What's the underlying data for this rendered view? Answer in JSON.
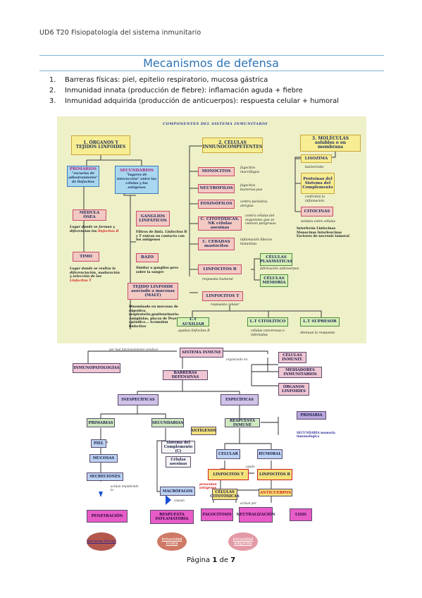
{
  "header": {
    "text": "UD6 T20 Fisiopatología del sistema inmunitario"
  },
  "title": "Mecanismos de defensa",
  "list": [
    {
      "num": "1.",
      "text": "Barreras físicas: piel, epitelio respiratorio, mucosa gástrica"
    },
    {
      "num": "2.",
      "text": "Inmunidad innata (producción de fiebre): inflamación aguda + fiebre"
    },
    {
      "num": "3.",
      "text": "Inmunidad adquirida (producción de anticuerpos): respuesta celular + humoral"
    }
  ],
  "diagram1": {
    "title": "COMPONENTES DEL SISTEMA INMUNITARIO",
    "organos": "1. ÓRGANOS Y TEJIDOS LINFOIDES",
    "primarios": "PRIMARIOS",
    "primarios_desc": "\"escuelas de adiestramiento\" de linfocitos",
    "secundarios": "SECUNDARIOS",
    "secundarios_desc": "\"lugares de interacción\" entre las células y los antígenos",
    "medula": "MÉDULA ÓSEA",
    "medula_desc_1": "Lugar donde se forman y diferencian los",
    "medula_desc_red": "linfocitos B",
    "timo": "TIMO",
    "timo_desc_1": "Lugar donde se realiza la diferenciación, maduración y selección de los",
    "timo_desc_red": "Linfocitos T",
    "ganglios": "GANGLIOS LINFÁTICOS",
    "ganglios_desc": "Filtros de linfa. Linfocitos B y T entran en contacto con los antígenos",
    "bazo": "BAZO",
    "bazo_desc": "Similar a ganglios pero sobre la sangre",
    "tejido": "TEJIDO LINFOIDE asociado a mucosas (MALT)",
    "tejido_desc": "Diseminado en mucosas de digestivo, respiratorio,genitourinario. Amígdalas, placas de Peyer, apéndice... Acumulan linfocitos",
    "celulas": "2. CÉLULAS INMUNOCOMPETENTES",
    "monocitos": "MONOCITOS",
    "monocitos_desc": "fagocitos macrófagos",
    "neutrofilos": "NEUTRÓFILOS",
    "neutrofilos_desc": "fagocitos bacterias,pus",
    "eosinofilos": "EOSINÓFILOS",
    "eosinofilos_desc": "contra parásitos, alergias",
    "citotoxicas": "C. CITOTÓXICAS. NK células asesinas",
    "citotoxicas_desc": "contra células del organismo que se vuelven peligrosas",
    "cebadas": "C. CEBADAS mastocitos",
    "cebadas_desc": "inflamación liberan histamina.",
    "linfb": "LINFOCITOS B",
    "linfb_desc": "respuesta humoral",
    "plasmaticas": "CÉLULAS PLASMÁTICAS",
    "plasmaticas_desc": "fabricación anticuerpos",
    "memoria": "CÉLULAS MEMORIA",
    "linft": "LINFOCITOS T",
    "linft_desc": "respuesta celular",
    "auxiliar": "L.T AUXILIAR",
    "auxiliar_desc": "ayudan linfocitos B",
    "citolitico": "L.T CITOLÍTICO",
    "citolitico_desc": "células cancerosas e infectadas",
    "supresor": "L.T SUPRESOR",
    "supresor_desc": "Atenuan la respuesta",
    "moleculas": "3. MOLÉCULAS solubles o en membrana",
    "lisozima": "LISOZIMA",
    "lisozima_desc": "bactericida",
    "complemento": "Proteínas del Sistema del Complemento",
    "complemento_desc": "controlan la inflamación",
    "citocinas": "CITOCINAS",
    "citocinas_desc": "señales entre células",
    "citocinas_list": "Interferón Linfocinas Monocinas Interleucinas Factores de necrosis tumoral"
  },
  "diagram2": {
    "sistema": "SISTEMA INMUNE",
    "mal_func": "por mal funcionamiento produce",
    "organizado": "organizado en",
    "inmunopatologias": "INMUNOPATOLOGÍAS",
    "celulas_inmunit": "CÉLULAS INMUNIT.",
    "barreras": "BARRERAS DEFENSIVAS",
    "mediadores": "MEDIADORES INMUNITARIOS",
    "organos": "ÓRGANOS LINFOIDES",
    "inespecificas": "INESPECÍFICAS",
    "especificas": "ESPECÍFICAS",
    "primarias": "PRIMARIAS",
    "secundarias": "SECUNDARIAS",
    "antigenos": "ANTÍGENOS",
    "respuesta": "RESPUESTA INMUNE",
    "primaria": "PRIMARIA",
    "secundaria": "SECUNDARIA memoria inmunológica",
    "piel": "PIEL",
    "mucosas": "MUCOSAS",
    "secreciones": "SECRECIONES",
    "complemento": "Sistema del Complemento (C)",
    "asesinas": "Células asesinas",
    "macrofagos": "MACRÓFAGOS",
    "celular": "CELULAR",
    "humoral": "HUMORAL",
    "linft": "LINFOCITOS T",
    "linfb": "LINFOCITOS B",
    "ayuda": "ayuda",
    "presentan": "presentan antígenos",
    "citotoxicas": "CÉLULAS CITOTÓXICAS",
    "anticuerpos": "ANTICUERPOS",
    "actuan": "actúan impidiendo la",
    "causan": "causan",
    "actuan_por": "actúan por",
    "penetracion": "PENETRACIÓN",
    "inflamatoria": "RESPUESTA INFLAMATORIA",
    "fagocitosis": "FAGOCITOSIS",
    "neutralizacion": "NEUTRALIZACIÓN",
    "lisis": "LISIS",
    "circle1": "Barreras físicas",
    "circle2": "Inmunidad innata",
    "circle3": "Inmunidad adquirida"
  },
  "footer": {
    "prefix": "Página",
    "page": "1",
    "sep": "de",
    "total": "7"
  }
}
